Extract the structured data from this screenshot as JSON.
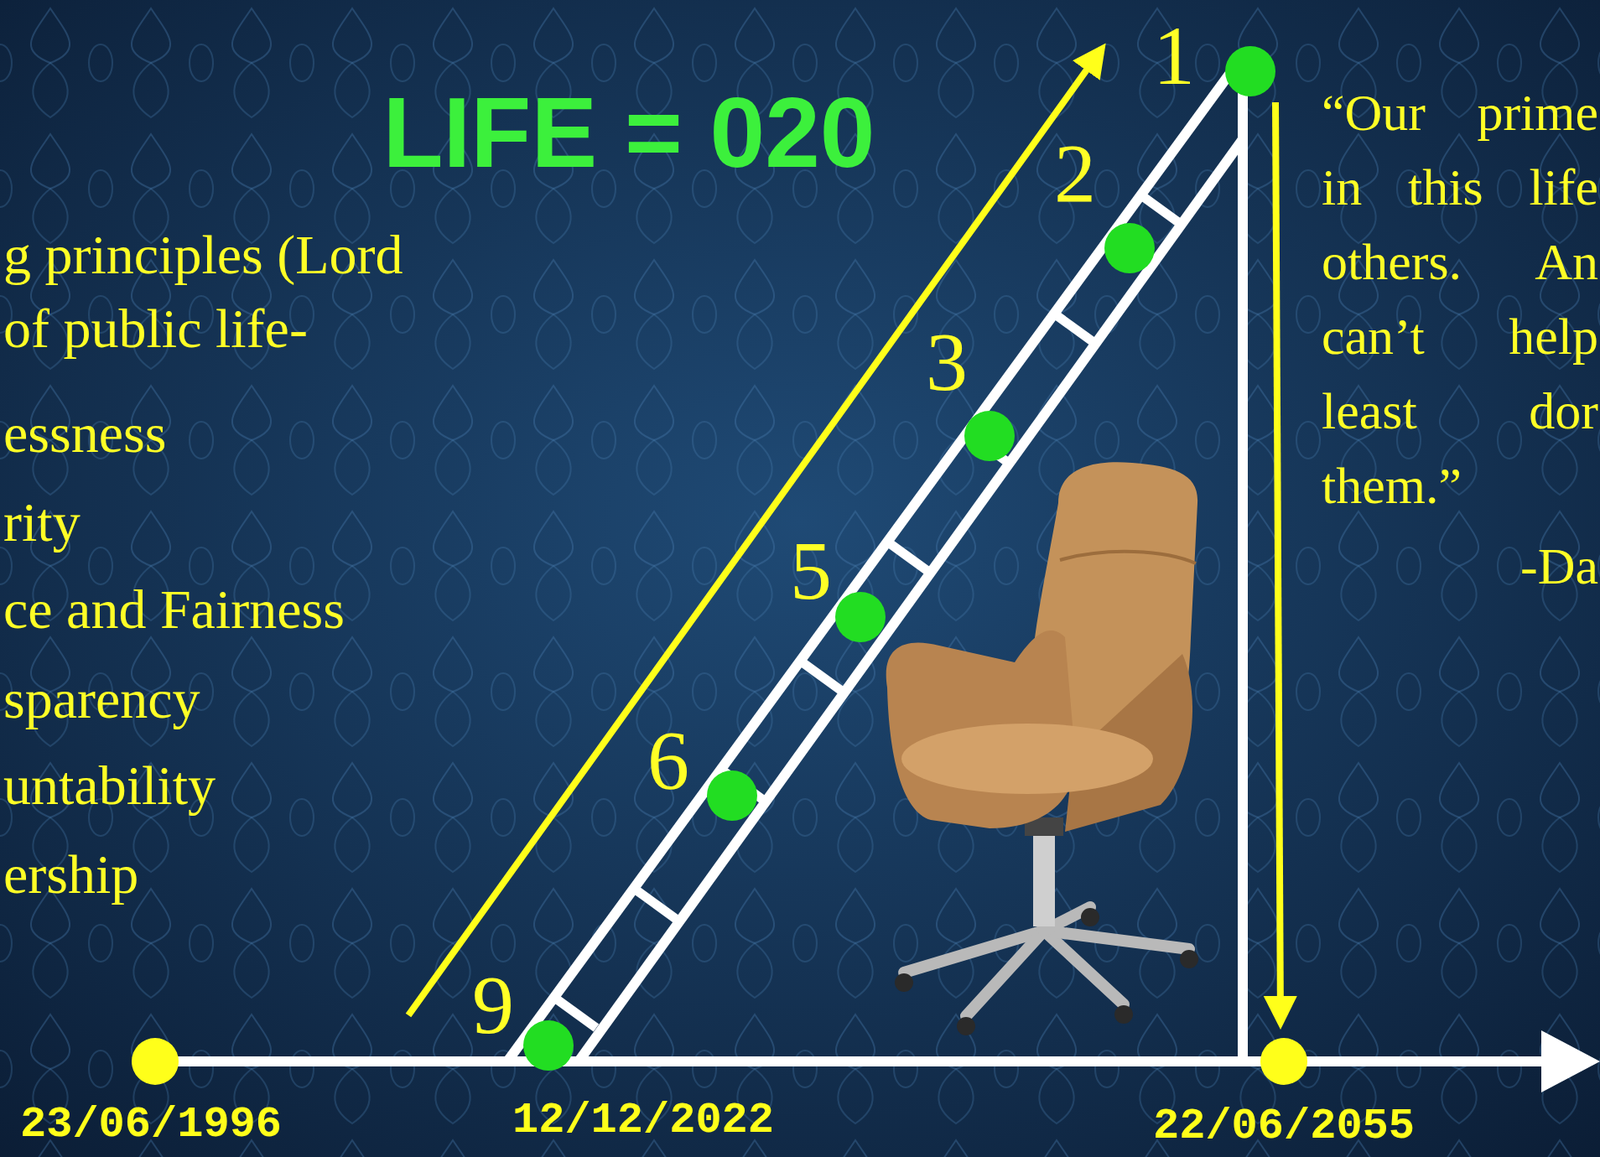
{
  "diagram": {
    "title": "LIFE = 020",
    "labels": [
      "g principles (Lord of public life-",
      "essness",
      "rity",
      "ce and Fairness",
      "sparency",
      "untability",
      "ership",
      "1",
      "2",
      "3",
      "5",
      "6",
      "9",
      "“Our prime in this life others. An can’t help least dor them.”",
      "-Da",
      "23/06/1996",
      "12/12/2022",
      "22/06/2055"
    ]
  }
}
